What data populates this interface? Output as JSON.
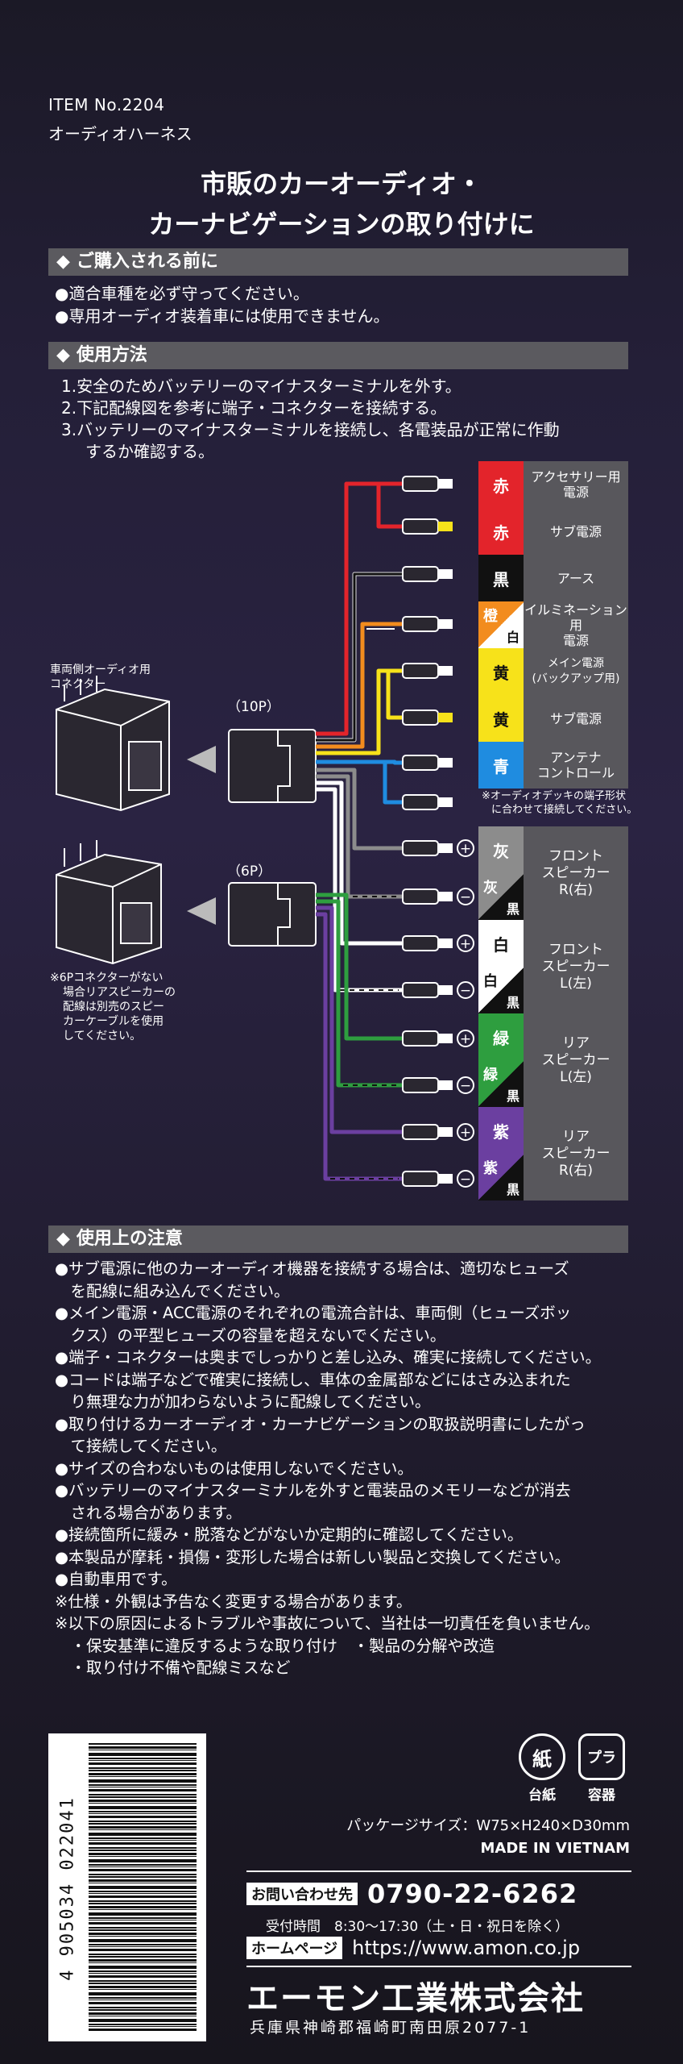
{
  "header": {
    "item_no": "ITEM No.2204",
    "item_name": "オーディオハーネス",
    "headline_1": "市販のカーオーディオ・",
    "headline_2": "カーナビゲーションの取り付けに"
  },
  "before_purchase": {
    "title": "ご購入される前に",
    "items": [
      "●適合車種を必ず守ってください。",
      "●専用オーディオ装着車には使用できません。"
    ]
  },
  "usage": {
    "title": "使用方法",
    "steps": [
      "1.安全のためバッテリーのマイナスターミナルを外す。",
      "2.下記配線図を参考に端子・コネクターを接続する。",
      "3.バッテリーのマイナスターミナルを接続し、各電装品が正常に作動"
    ],
    "step3_cont": "するか確認する。"
  },
  "diagram": {
    "vehicle_connector_label_1": "車両側オーディオ用",
    "vehicle_connector_label_2": "コネクター",
    "conn_10p": "（10P）",
    "conn_6p": "（6P）",
    "note_6p": [
      "※6Pコネクターがない",
      "場合リアスピーカーの",
      "配線は別売のスピー",
      "カーケーブルを使用",
      "してください。"
    ],
    "deck_note_1": "※オーディオデッキの端子形状",
    "deck_note_2": "に合わせて接続してください。",
    "plus": "+",
    "minus": "−",
    "rows": [
      {
        "color": "赤",
        "func": "アクセサリー用\n電源"
      },
      {
        "color": "赤",
        "func": "サブ電源"
      },
      {
        "color": "黒",
        "func": "アース"
      },
      {
        "color": "橙",
        "color2": "白",
        "func": "イルミネーション用\n電源"
      },
      {
        "color": "黄",
        "func": "メイン電源\n(バックアップ用)"
      },
      {
        "color": "黄",
        "func": "サブ電源"
      },
      {
        "color": "青",
        "func": "アンテナ\nコントロール"
      },
      {
        "color": "灰",
        "func": ""
      },
      {
        "color": "灰",
        "color2": "黒",
        "func": ""
      },
      {
        "color": "白",
        "func": ""
      },
      {
        "color": "白",
        "color2": "黒",
        "func": ""
      },
      {
        "color": "緑",
        "func": ""
      },
      {
        "color": "緑",
        "color2": "黒",
        "func": ""
      },
      {
        "color": "紫",
        "func": ""
      },
      {
        "color": "紫",
        "color2": "黒",
        "func": ""
      }
    ],
    "speakers": [
      {
        "l1": "フロント",
        "l2": "スピーカー",
        "l3": "R(右)"
      },
      {
        "l1": "フロント",
        "l2": "スピーカー",
        "l3": "L(左)"
      },
      {
        "l1": "リア",
        "l2": "スピーカー",
        "l3": "L(左)"
      },
      {
        "l1": "リア",
        "l2": "スピーカー",
        "l3": "R(右)"
      }
    ],
    "colors": {
      "red": "#e3242b",
      "black": "#111111",
      "orange": "#f28c1e",
      "yellow": "#f7e21a",
      "blue": "#1f8ce0",
      "gray": "#8c8c8c",
      "white": "#ffffff",
      "green": "#2e9e3f",
      "purple": "#6b3fa0"
    }
  },
  "cautions": {
    "title": "使用上の注意",
    "lines": [
      "●サブ電源に他のカーオーディオ機器を接続する場合は、適切なヒューズ",
      "　を配線に組み込んでください。",
      "●メイン電源・ACC電源のそれぞれの電流合計は、車両側（ヒューズボッ",
      "　クス）の平型ヒューズの容量を超えないでください。",
      "●端子・コネクターは奥までしっかりと差し込み、確実に接続してください。",
      "●コードは端子などで確実に接続し、車体の金属部などにはさみ込まれた",
      "　り無理な力が加わらないように配線してください。",
      "●取り付けるカーオーディオ・カーナビゲーションの取扱説明書にしたがっ",
      "　て接続してください。",
      "●サイズの合わないものは使用しないでください。",
      "●バッテリーのマイナスターミナルを外すと電装品のメモリーなどが消去",
      "　される場合があります。",
      "●接続箇所に緩み・脱落などがないか定期的に確認してください。",
      "●本製品が摩耗・損傷・変形した場合は新しい製品と交換してください。",
      "●自動車用です。",
      "※仕様・外観は予告なく変更する場合があります。",
      "※以下の原因によるトラブルや事故について、当社は一切責任を負いません。",
      "　・保安基準に違反するような取り付け　・製品の分解や改造",
      "　・取り付け不備や配線ミスなど"
    ]
  },
  "footer": {
    "recycle_1": "紙",
    "recycle_1_label": "台紙",
    "recycle_2": "プラ",
    "recycle_2_label": "容器",
    "barcode_number": "4 905034 022041",
    "package_size": "パッケージサイズ：W75×H240×D30mm",
    "made_in": "MADE IN VIETNAM",
    "contact_label": "お問い合わせ先",
    "phone": "0790-22-6262",
    "hours": "受付時間　8:30～17:30（土・日・祝日を除く）",
    "homepage_label": "ホームページ",
    "url": "https://www.amon.co.jp",
    "company": "エーモン工業株式会社",
    "address": "兵庫県神崎郡福崎町南田原2077-1"
  }
}
